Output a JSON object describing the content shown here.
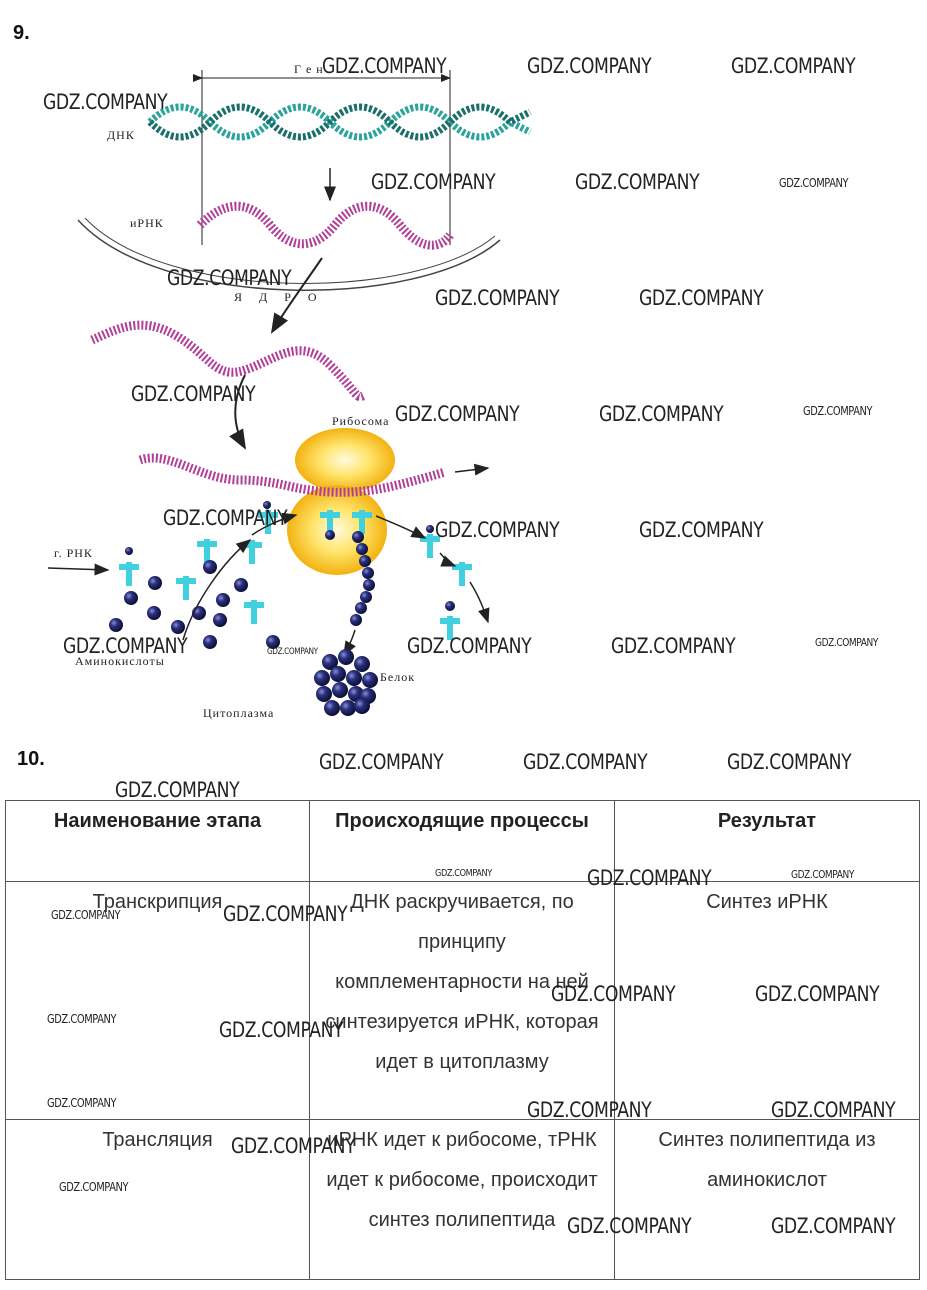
{
  "task9_number": "9.",
  "task10_number": "10.",
  "diagram": {
    "gene_label": "Г е н",
    "dna_label": "ДНК",
    "mrna_label": "иРНК",
    "nucleus_label": "Я  Д  Р  О",
    "ribosome_label": "Рибосома",
    "trna_label": "г. РНК",
    "amino_acids_label": "Аминокислоты",
    "protein_label": "Белок",
    "cytoplasm_label": "Цитоплазма",
    "colors": {
      "dna": "#2aa39a",
      "mrna": "#b0409a",
      "ribosome": "#f5c020",
      "trna": "#40d0e0",
      "amino": "#1a1f5c"
    }
  },
  "table": {
    "headers": [
      "Наименование этапа",
      "Происходящие процессы",
      "Результат"
    ],
    "rows": [
      {
        "stage": "Транскрипция",
        "process": "ДНК раскручивается, по принципу комплементарности на ней синтезируется иРНК, которая идет в цитоплазму",
        "result": "Синтез иРНК"
      },
      {
        "stage": "Трансляция",
        "process": "иРНК идет к рибосоме, тРНК идет к рибосоме, происходит синтез полипептида",
        "result": "Синтез полипептида из аминокислот"
      }
    ]
  },
  "watermark": "GDZ.COMPANY"
}
